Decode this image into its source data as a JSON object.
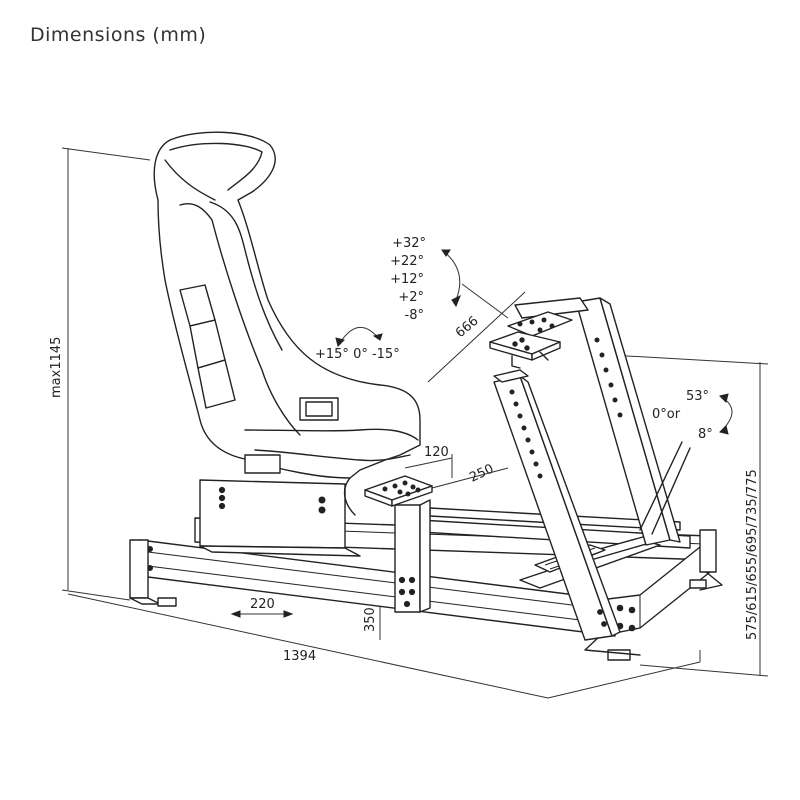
{
  "title": "Dimensions (mm)",
  "dimensions": {
    "height_max": "max1145",
    "length": "1394",
    "seat_slide": "220",
    "pedal_height": "350",
    "pedal_width": "120",
    "pedal_depth": "250",
    "wheel_distance": "666",
    "frame_heights": "575/615/655/695/735/775"
  },
  "angles": {
    "wheel_tilt": [
      "+32°",
      "+22°",
      "+12°",
      "+2°",
      "-8°"
    ],
    "pedal_tilt": "+15° 0° -15°",
    "shifter_top": "53°",
    "shifter_mid": "0°or",
    "shifter_bottom": "8°"
  }
}
